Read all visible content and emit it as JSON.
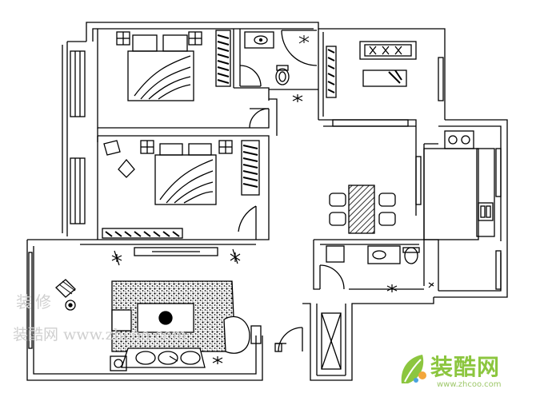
{
  "plan": {
    "stroke": "#000000",
    "background": "#ffffff"
  },
  "watermark": {
    "line1": "装修",
    "line2": "装酷网 www.zhcoo.com",
    "color": "#cfcfcf"
  },
  "brand": {
    "name": "装酷网",
    "url": "www.zhcoo.com",
    "color": "#8cc63f"
  }
}
